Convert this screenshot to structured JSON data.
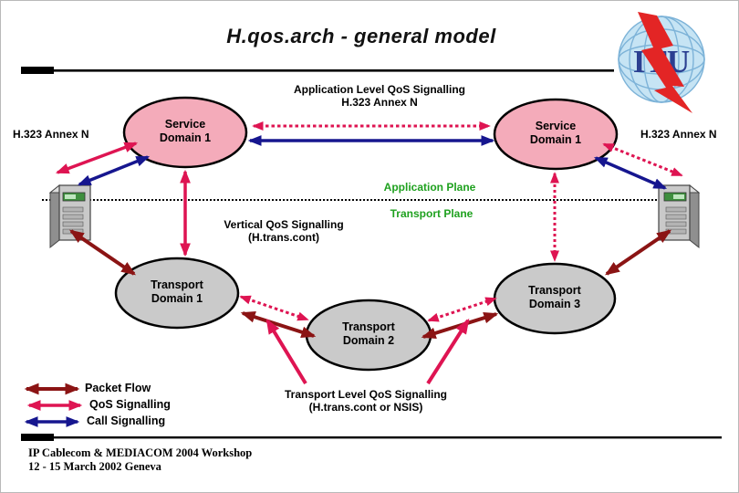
{
  "slide": {
    "title": "H.qos.arch - general model",
    "logo": {
      "text": "ITU"
    },
    "labels": {
      "app_level_line1": "Application Level QoS Signalling",
      "app_level_line2": "H.323 Annex N",
      "annex_left": "H.323 Annex N",
      "annex_right": "H.323 Annex N",
      "application_plane": "Application Plane",
      "transport_plane": "Transport Plane",
      "vertical_qos_line1": "Vertical QoS Signalling",
      "vertical_qos_line2": "(H.trans.cont)",
      "transport_qos_line1": "Transport Level QoS Signalling",
      "transport_qos_line2": "(H.trans.cont or NSIS)"
    },
    "domains": {
      "service_left": {
        "line1": "Service",
        "line2": "Domain 1"
      },
      "service_right": {
        "line1": "Service",
        "line2": "Domain 1"
      },
      "transport_1": {
        "line1": "Transport",
        "line2": "Domain 1"
      },
      "transport_2": {
        "line1": "Transport",
        "line2": "Domain 2"
      },
      "transport_3": {
        "line1": "Transport",
        "line2": "Domain 3"
      }
    },
    "legend": {
      "items": [
        {
          "label": "Packet Flow",
          "color": "#8b1414"
        },
        {
          "label": "QoS Signalling",
          "color": "#de1452"
        },
        {
          "label": "Call Signalling",
          "color": "#16168f"
        }
      ]
    },
    "footer": {
      "line1": "IP Cablecom  & MEDIACOM 2004 Workshop",
      "line2": "12 - 15 March  2002 Geneva"
    },
    "colors": {
      "service_domain_fill": "#f4abba",
      "transport_domain_fill": "#cacaca",
      "qos_signalling": "#de1452",
      "packet_flow": "#8b1414",
      "call_signalling": "#16168f",
      "plane_label": "#1fa11f"
    }
  }
}
